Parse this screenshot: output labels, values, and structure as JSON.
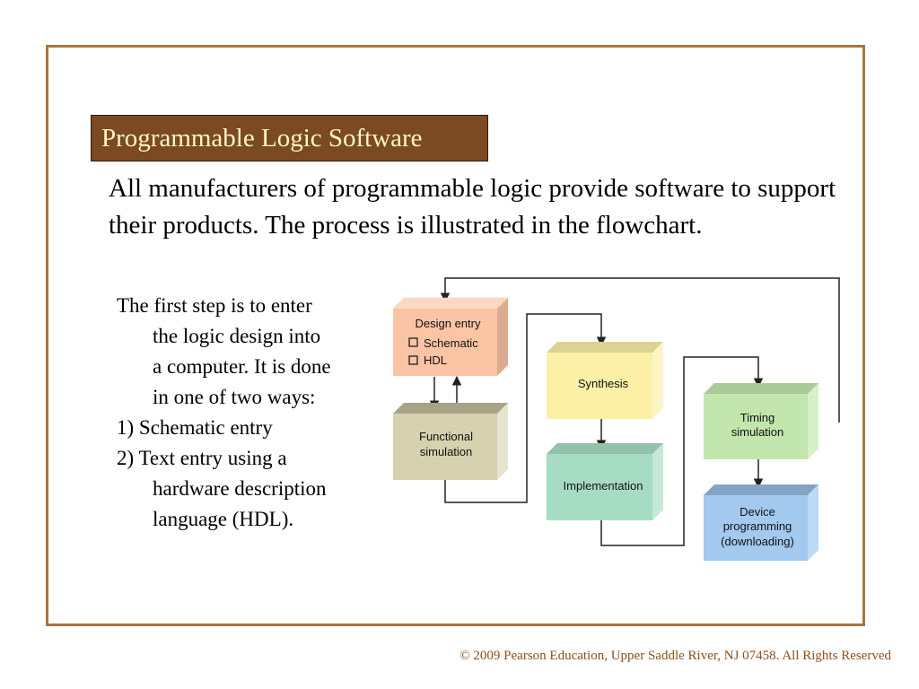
{
  "slide": {
    "title": "Programmable Logic Software",
    "intro": "All manufacturers of programmable logic provide software to support their products. The process is illustrated in the flowchart.",
    "steps": [
      "The first step is to enter",
      "the logic design into",
      "a computer. It is done",
      "in one of two ways:",
      "1) Schematic entry",
      "2) Text entry using a",
      "hardware description",
      "language (HDL)."
    ],
    "copyright": "© 2009 Pearson Education, Upper Saddle River, NJ 07458. All Rights Reserved"
  },
  "flowchart": {
    "design_entry": {
      "title": "Design entry",
      "options": [
        "Schematic",
        "HDL"
      ],
      "color": "#fbc4a4"
    },
    "functional_simulation": {
      "lines": [
        "Functional",
        "simulation"
      ],
      "color": "#d6d1ae"
    },
    "synthesis": {
      "lines": [
        "Synthesis"
      ],
      "color": "#fbf0a6"
    },
    "implementation": {
      "lines": [
        "Implementation"
      ],
      "color": "#a7dcc4"
    },
    "timing_simulation": {
      "lines": [
        "Timing",
        "simulation"
      ],
      "color": "#c2e6ad"
    },
    "device_programming": {
      "lines": [
        "Device",
        "programming",
        "(downloading)"
      ],
      "color": "#a3c9ef"
    }
  },
  "colors": {
    "frame": "#a5763f",
    "title_bg": "#7b4a22",
    "title_text": "#fbf6c8",
    "copyright": "#8a4f1e"
  }
}
